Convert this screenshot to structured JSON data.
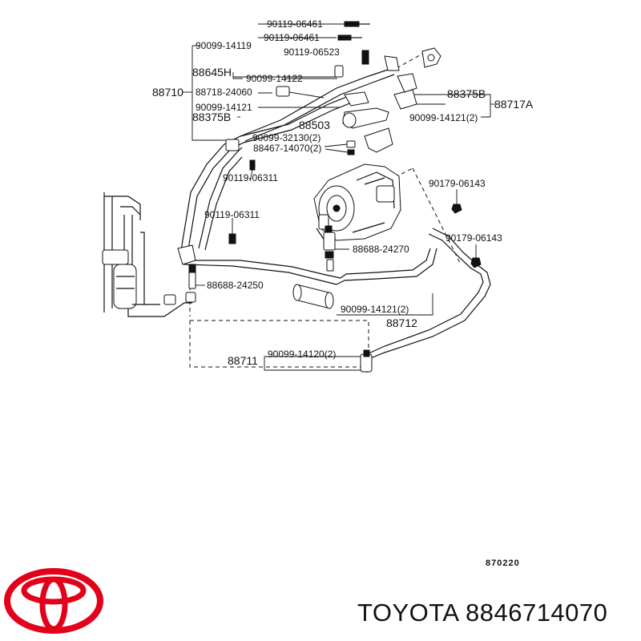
{
  "diagram": {
    "labels": {
      "p_90119_06461_a": "90119-06461",
      "p_90099_14119": "90099-14119",
      "p_90119_06461_b": "90119-06461",
      "p_90119_06523": "90119-06523",
      "p_88645h": "88645H",
      "p_90099_14122": "90099-14122",
      "p_88710": "88710",
      "p_88718_24060": "88718-24060",
      "p_88375b_top": "88375B",
      "p_88717a": "88717A",
      "p_90099_14121_a": "90099-14121",
      "p_88375b_left": "88375B",
      "p_88503": "88503",
      "p_90099_14121_b": "90099-14121(2)",
      "p_90099_32130": "90099-32130(2)",
      "p_88467_14070": "88467-14070(2)",
      "p_90119_06311_a": "90119-06311",
      "p_90179_06143_a": "90179-06143",
      "p_90119_06311_b": "90119-06311",
      "p_90179_06143_b": "90179-06143",
      "p_88688_24270": "88688-24270",
      "p_88688_24250": "88688-24250",
      "p_90099_14121_c": "90099-14121(2)",
      "p_88712": "88712",
      "p_88711": "88711",
      "p_90099_14120": "90099-14120(2)"
    },
    "reference_number": "870220"
  },
  "brand": {
    "caption": "TOYOTA 8846714070",
    "logo_color": "#e3001b"
  }
}
